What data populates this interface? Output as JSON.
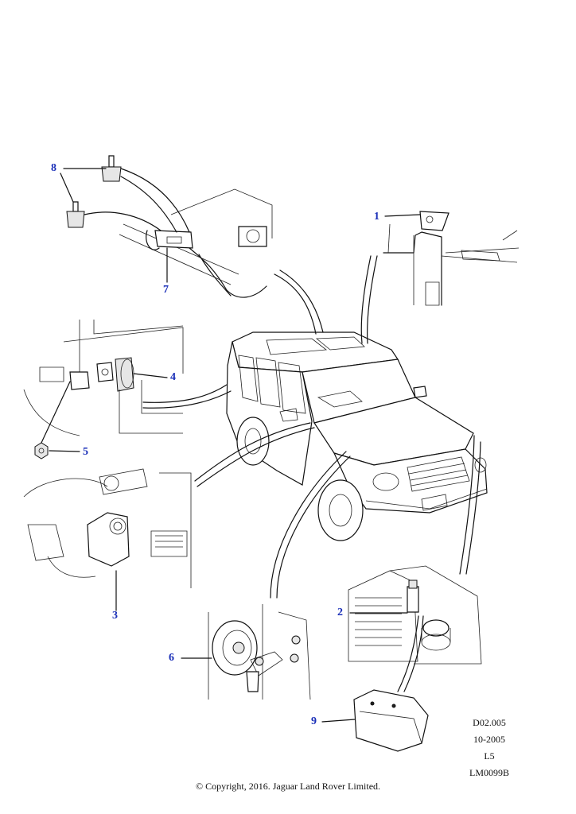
{
  "callouts": [
    {
      "id": "1",
      "label": "1"
    },
    {
      "id": "2",
      "label": "2"
    },
    {
      "id": "3",
      "label": "3"
    },
    {
      "id": "4",
      "label": "4"
    },
    {
      "id": "5",
      "label": "5"
    },
    {
      "id": "6",
      "label": "6"
    },
    {
      "id": "7",
      "label": "7"
    },
    {
      "id": "8",
      "label": "8"
    },
    {
      "id": "9",
      "label": "9"
    }
  ],
  "meta": {
    "diagram_code": "D02.005",
    "date": "10-2005",
    "level": "L5",
    "drawing_ref": "LM0099B"
  },
  "copyright": "© Copyright, 2016. Jaguar Land Rover Limited.",
  "colors": {
    "callout": "#1a2fb8",
    "line": "#111111",
    "background": "#ffffff"
  }
}
